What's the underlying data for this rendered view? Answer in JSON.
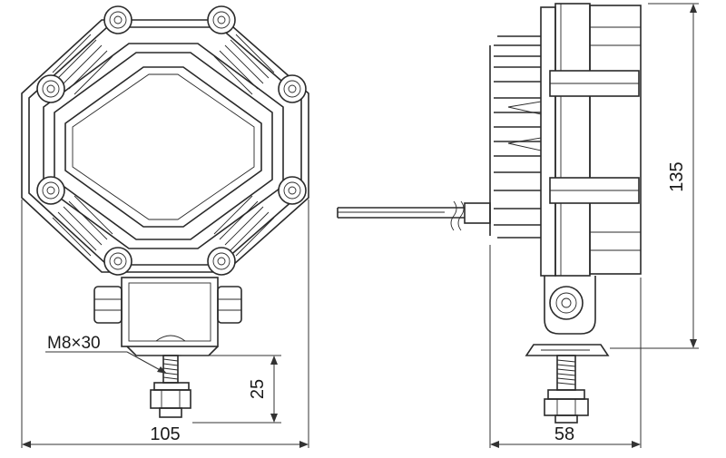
{
  "drawing": {
    "dimensions": {
      "width": "105",
      "depth": "58",
      "height": "135",
      "stud_length": "25"
    },
    "thread_callout": "M8×30"
  }
}
